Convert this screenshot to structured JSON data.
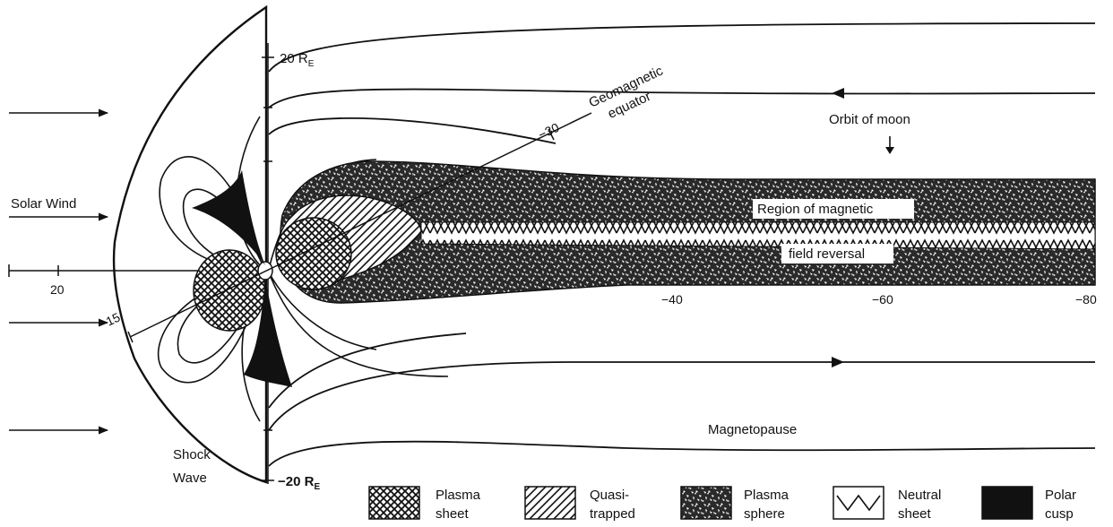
{
  "labels": {
    "solar_wind": "Solar Wind",
    "shock_wave_1": "Shock",
    "shock_wave_2": "Wave",
    "geomag_1": "Geomagnetic",
    "geomag_2": "equator",
    "orbit_moon": "Orbit of moon",
    "region_1": "Region of magnetic",
    "region_2": "field reversal",
    "magnetopause": "Magnetopause",
    "re_top": "20 R",
    "re_top_sub": "E",
    "re_bottom": "−20 R",
    "re_bottom_sub": "E"
  },
  "axis_ticks": {
    "x_20": "20",
    "x_15": "15",
    "x_m30": "−30",
    "x_m40": "−40",
    "x_m60": "−60",
    "x_m80": "−80"
  },
  "legend": [
    {
      "line1": "Plasma",
      "line2": "sheet",
      "icon": "crosshatch-swatch-icon"
    },
    {
      "line1": "Quasi-",
      "line2": "trapped",
      "icon": "diagonal-hatch-swatch-icon"
    },
    {
      "line1": "Plasma",
      "line2": "sphere",
      "icon": "speckle-swatch-icon"
    },
    {
      "line1": "Neutral",
      "line2": "sheet",
      "icon": "zigzag-swatch-icon"
    },
    {
      "line1": "Polar",
      "line2": "cusp",
      "icon": "solid-swatch-icon"
    }
  ],
  "colors": {
    "ink": "#111111",
    "paper": "#ffffff"
  }
}
